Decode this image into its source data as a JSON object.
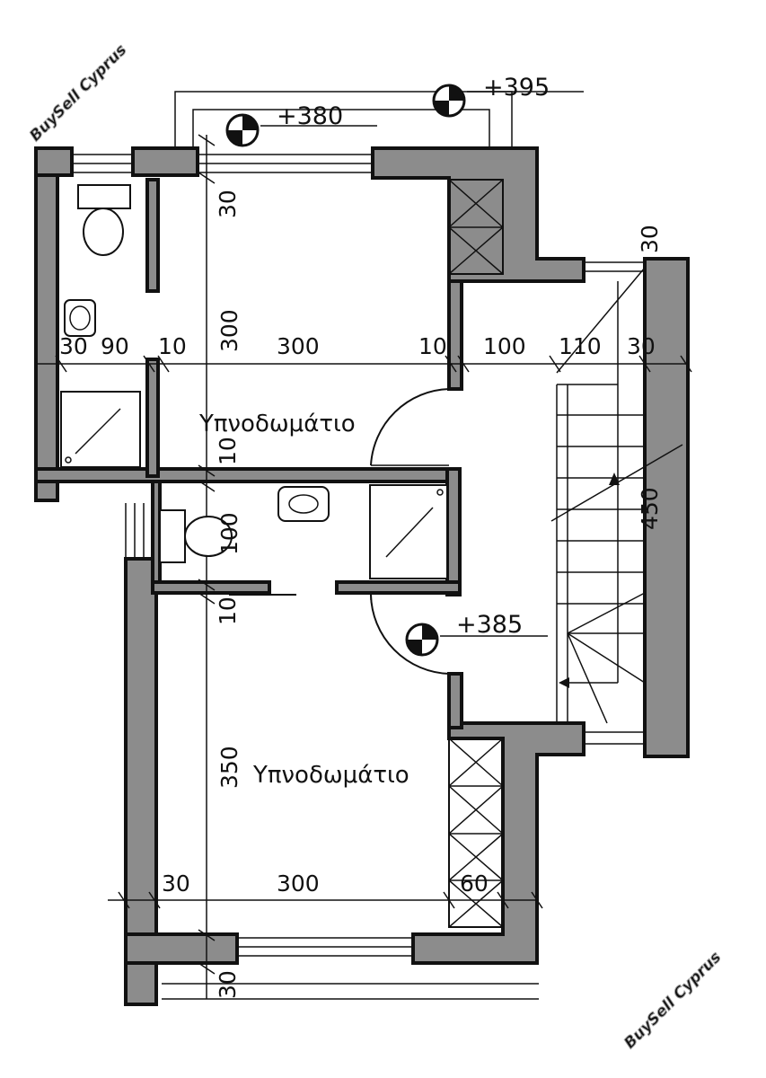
{
  "watermarks": [
    "BuySell Cyprus",
    "BuySell Cyprus"
  ],
  "rooms": [
    "Υπνοδωμάτιο",
    "Υπνοδωμάτιο"
  ],
  "levels": [
    "+395",
    "+380",
    "+385"
  ],
  "dimensions": {
    "top_row": [
      "30",
      "90",
      "10",
      "300",
      "10",
      "100",
      "110",
      "30"
    ],
    "bottom_row": [
      "30",
      "300",
      "60"
    ],
    "vertical_left": [
      "30",
      "300",
      "10",
      "100",
      "10",
      "350",
      "30"
    ],
    "vertical_stair": [
      "30",
      "450"
    ]
  }
}
